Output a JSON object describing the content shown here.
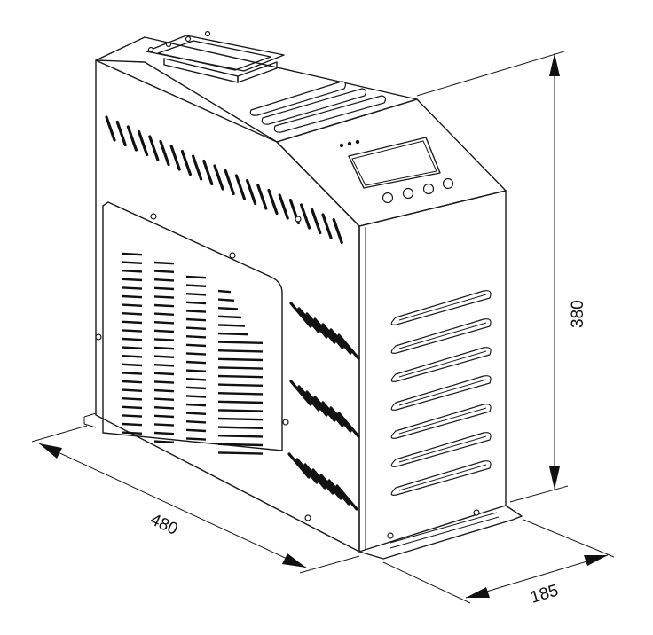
{
  "dimensions": {
    "length": "480",
    "height": "380",
    "depth": "185"
  },
  "display_panel": {
    "indicator_leds": 3,
    "control_buttons": 4
  }
}
